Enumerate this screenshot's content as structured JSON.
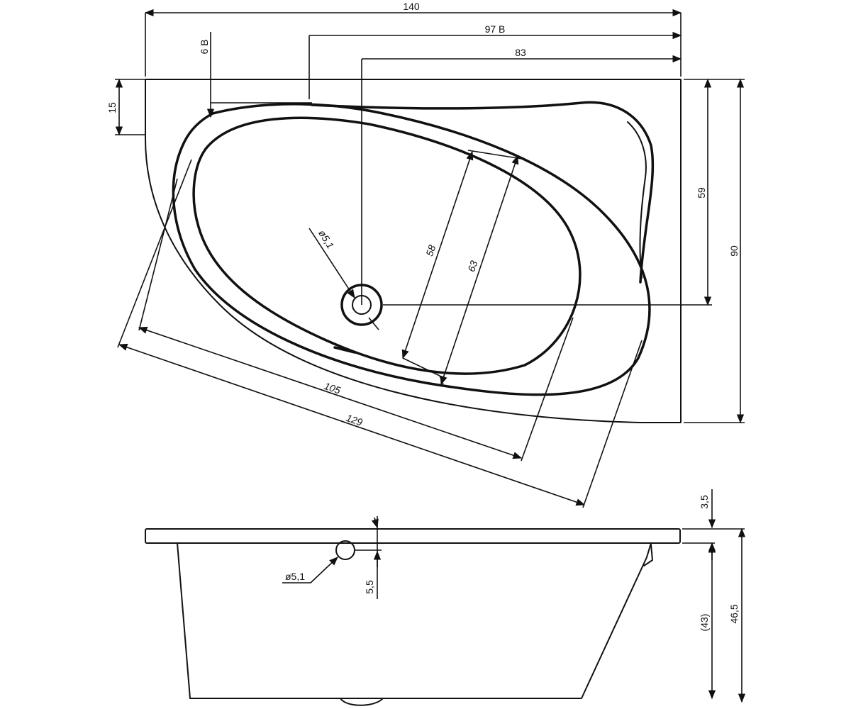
{
  "top_view": {
    "dimensions": {
      "total_length": "140",
      "length_b": "97 B",
      "drain_offset_x": "83",
      "offset_b": "6 B",
      "rim_offset": "15",
      "drain_offset_y": "59",
      "total_width": "90",
      "inner_width": "58",
      "outer_width": "63",
      "inner_length": "105",
      "outer_length": "129",
      "drain_diameter": "ø5,1"
    }
  },
  "side_view": {
    "dimensions": {
      "drain_diameter": "ø5,1",
      "drain_height": "5,5",
      "rim_thickness": "3,5",
      "depth": "(43)",
      "total_height": "46,5"
    }
  }
}
